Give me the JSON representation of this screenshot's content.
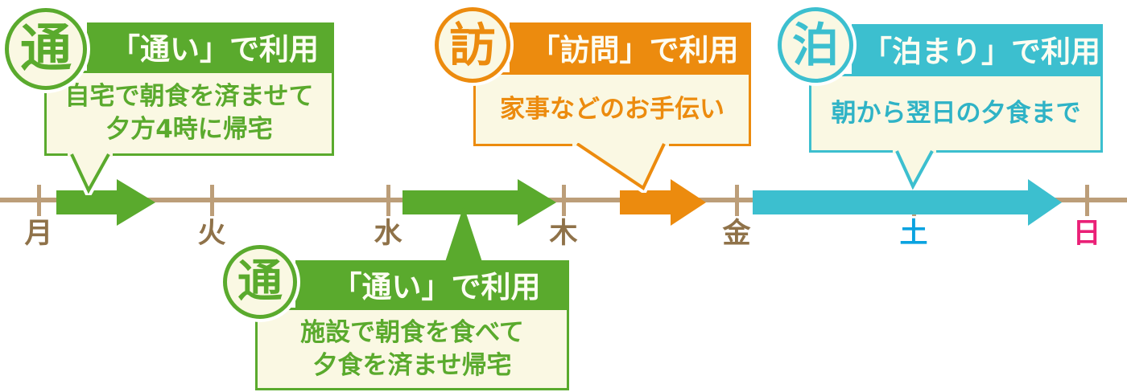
{
  "figure": {
    "description": "週間タイムライン：小規模多機能サービスの利用例（通い・訪問・泊まり）"
  },
  "colors": {
    "kayoi_green": "#5aaa2d",
    "houmon_orange": "#ec8b0e",
    "tomari_cyan": "#3cbfcf",
    "bubble_cream": "#faf8e3",
    "axis_tan": "#bc9e79",
    "weekday_brown": "#8f7249",
    "saturday_blue": "#0aa3e0",
    "sunday_pink": "#ea2077"
  },
  "timeline": {
    "days": [
      {
        "label": "月"
      },
      {
        "label": "火"
      },
      {
        "label": "水"
      },
      {
        "label": "木"
      },
      {
        "label": "金"
      },
      {
        "label": "土"
      },
      {
        "label": "日"
      }
    ]
  },
  "bubbles": [
    {
      "badge": "通",
      "title": "「通い」で利用",
      "line1": "自宅で朝食を済ませて",
      "line2": "夕方4時に帰宅"
    },
    {
      "badge": "訪",
      "title": "「訪問」で利用",
      "line1": "家事などのお手伝い",
      "line2": ""
    },
    {
      "badge": "泊",
      "title": "「泊まり」で利用",
      "line1": "朝から翌日の夕食まで",
      "line2": ""
    },
    {
      "badge": "通",
      "title": "「通い」で利用",
      "line1": "施設で朝食を食べて",
      "line2": "夕食を済ませ帰宅"
    }
  ],
  "arrows": [
    {
      "service": "通い",
      "color": "#5aaa2d",
      "span": "月"
    },
    {
      "service": "通い",
      "color": "#5aaa2d",
      "span": "水〜木"
    },
    {
      "service": "訪問",
      "color": "#ec8b0e",
      "span": "木〜金"
    },
    {
      "service": "泊まり",
      "color": "#3cbfcf",
      "span": "金〜日"
    }
  ]
}
